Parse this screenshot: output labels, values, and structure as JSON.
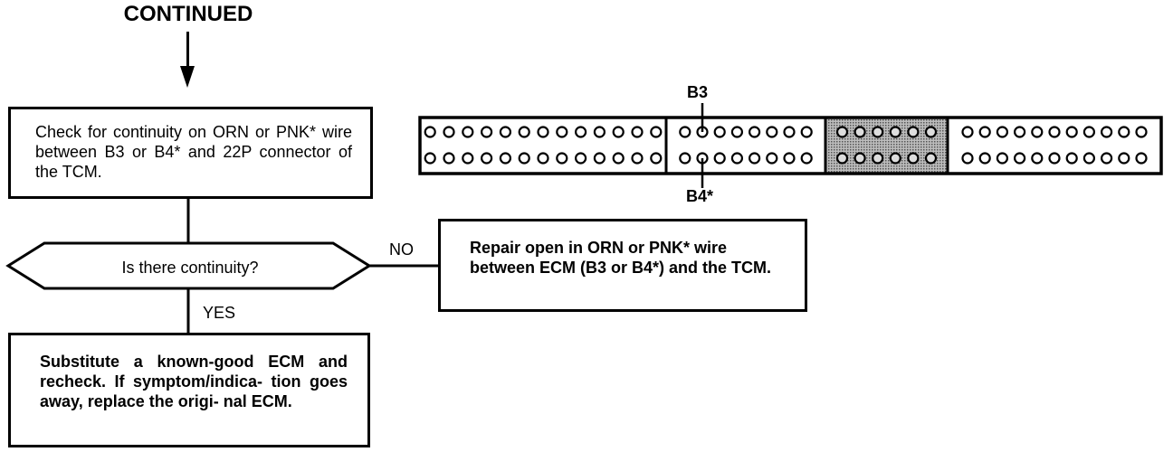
{
  "header": {
    "title": "CONTINUED"
  },
  "flowchart": {
    "check_step": "Check for continuity on ORN or PNK* wire between B3 or B4* and 22P connector of the TCM.",
    "decision": "Is there continuity?",
    "no_label": "NO",
    "yes_label": "YES",
    "no_action": "Repair open in ORN or PNK* wire between ECM (B3 or B4*) and the TCM.",
    "yes_action": "Substitute a known-good ECM and recheck. If symptom/indica- tion goes away, replace the origi- nal ECM."
  },
  "connector": {
    "label_top": "B3",
    "label_bottom": "B4*",
    "sections": [
      {
        "pins_per_row": 13,
        "shaded": false
      },
      {
        "pins_per_row": 8,
        "shaded": false
      },
      {
        "pins_per_row": 6,
        "shaded": true
      },
      {
        "pins_per_row": 11,
        "shaded": false
      }
    ],
    "highlighted_section": 1,
    "highlighted_pin_index": 1
  }
}
